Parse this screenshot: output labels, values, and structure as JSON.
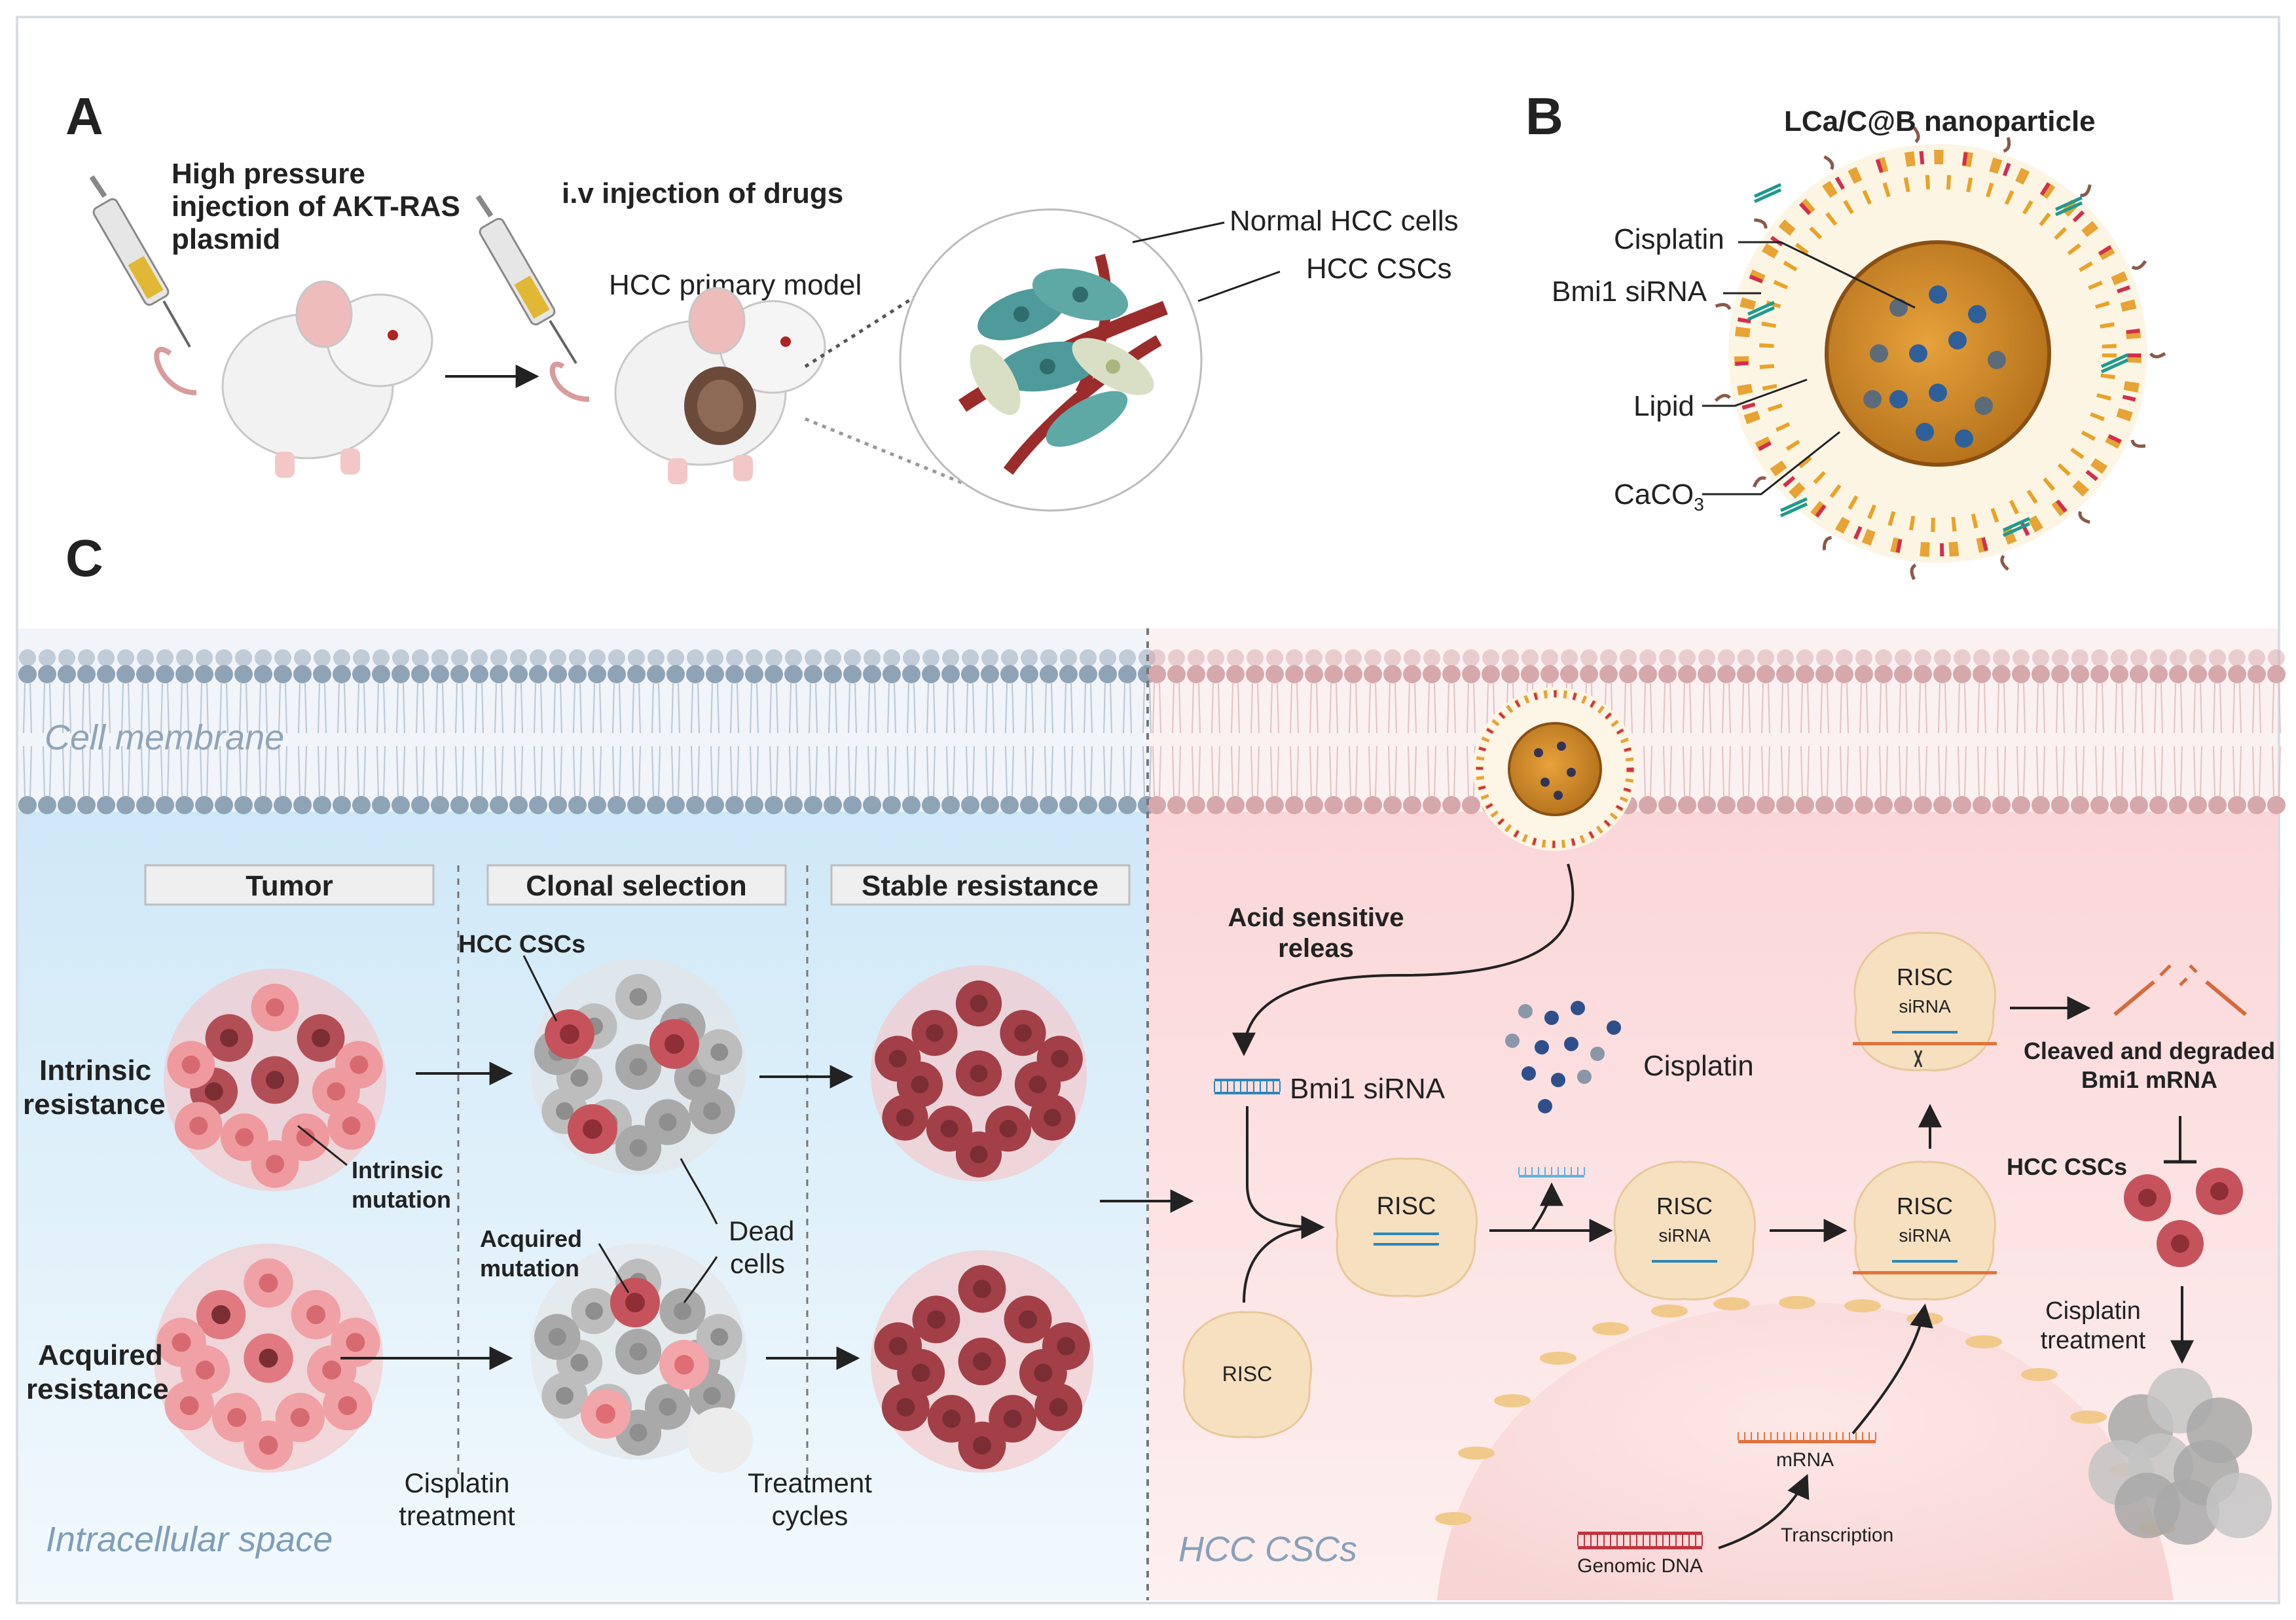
{
  "panels": {
    "a": {
      "letter": "A",
      "high_pressure_1": "High pressure",
      "high_pressure_2": "injection of AKT-RAS",
      "high_pressure_3": "plasmid",
      "iv_injection": "i.v injection of drugs",
      "primary_model": "HCC primary model",
      "normal_cells": "Normal HCC cells",
      "cscs": "HCC CSCs"
    },
    "b": {
      "letter": "B",
      "title": "LCa/C@B nanoparticle",
      "cisplatin": "Cisplatin",
      "bmi1": "Bmi1 siRNA",
      "lipid": "Lipid",
      "caco3_base": "CaCO",
      "caco3_sub": "3"
    },
    "c": {
      "letter": "C"
    }
  },
  "left_region": {
    "membrane": "Cell membrane",
    "space": "Intracellular space",
    "headers": [
      "Tumor",
      "Clonal selection",
      "Stable resistance"
    ],
    "hcc_cscs": "HCC CSCs",
    "intrinsic_1": "Intrinsic",
    "intrinsic_2": "resistance",
    "acquired_1": "Acquired",
    "acquired_2": "resistance",
    "intrinsic_mut_1": "Intrinsic",
    "intrinsic_mut_2": "mutation",
    "acquired_mut_1": "Acquired",
    "acquired_mut_2": "mutation",
    "dead_1": "Dead",
    "dead_2": "cells",
    "cis_treat_1": "Cisplatin",
    "cis_treat_2": "treatment",
    "cycles_1": "Treatment",
    "cycles_2": "cycles"
  },
  "right_region": {
    "space": "HCC CSCs",
    "acid_1": "Acid sensitive",
    "acid_2": "releas",
    "bmi1": "Bmi1 siRNA",
    "cisplatin": "Cisplatin",
    "risc": "RISC",
    "sirna": "siRNA",
    "cleaved_1": "Cleaved and degraded",
    "cleaved_2": "Bmi1 mRNA",
    "hcc_cscs": "HCC CSCs",
    "cis_treat_1": "Cisplatin",
    "cis_treat_2": "treatment",
    "mrna": "mRNA",
    "transcription": "Transcription",
    "genomic": "Genomic DNA"
  },
  "colors": {
    "left_bg": "#d6ecf8",
    "right_bg": "#fbdfe0",
    "tumor_cell": "#e7888c",
    "tumor_dark": "#a8484e",
    "csc_teal": "#4f9a9a",
    "vessel": "#9b2c2c",
    "nano_core": "#c9851e",
    "risc": "#f7e3c4",
    "membrane_blue": "#8fa3b7",
    "membrane_pink": "#d6a8ab"
  }
}
